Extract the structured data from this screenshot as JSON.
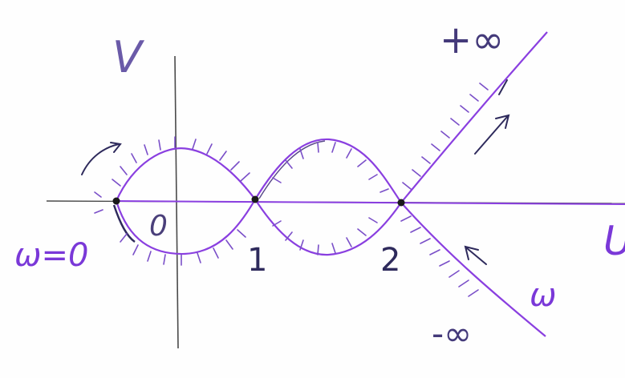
{
  "labels": {
    "v_axis": "V",
    "u_axis": "U",
    "plus_infinity": "+∞",
    "minus_infinity": "-∞",
    "omega_zero": "ω=0",
    "omega": "ω",
    "origin": "0",
    "point_1": "1",
    "point_2": "2"
  },
  "colors": {
    "curve": "#8a3fe0",
    "axis": "#3b3b3b",
    "hatch": "#7a4fc8",
    "ink": "#2e2a5c"
  }
}
